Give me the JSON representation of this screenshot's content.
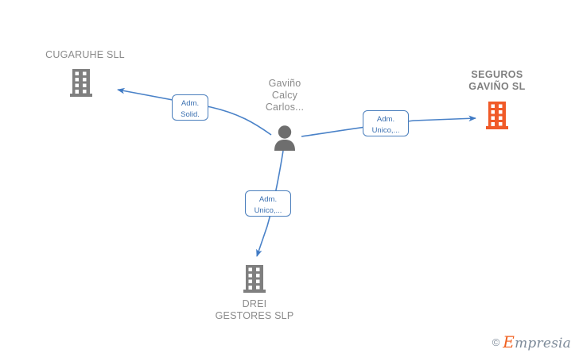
{
  "diagram": {
    "type": "relationship-graph",
    "background": "#ffffff",
    "colors": {
      "node_gray": "#7f7f7f",
      "node_orange": "#f05a28",
      "edge_blue": "#4a7ebc",
      "label_text": "#8b8b8b",
      "edge_label_text": "#3a6fb0"
    },
    "nodes": [
      {
        "id": "cugaruhe",
        "label": "CUGARUHE SLL",
        "icon": "building-icon",
        "icon_color": "#7f7f7f",
        "bold": false,
        "label_position": "above"
      },
      {
        "id": "person",
        "label": "Gaviño\nCalcy\nCarlos...",
        "icon": "person-icon",
        "icon_color": "#6e6e6e",
        "bold": false,
        "label_position": "above"
      },
      {
        "id": "seguros",
        "label": "SEGUROS\nGAVIÑO  SL",
        "icon": "building-icon",
        "icon_color": "#f05a28",
        "bold": true,
        "label_position": "above"
      },
      {
        "id": "drei",
        "label": "DREI\nGESTORES  SLP",
        "icon": "building-icon",
        "icon_color": "#7f7f7f",
        "bold": false,
        "label_position": "below"
      }
    ],
    "edges": [
      {
        "id": "edge-person-cugaruhe",
        "from": "person",
        "to": "cugaruhe",
        "label": "Adm.\nSolid."
      },
      {
        "id": "edge-person-seguros",
        "from": "person",
        "to": "seguros",
        "label": "Adm.\nUnico,..."
      },
      {
        "id": "edge-person-drei",
        "from": "person",
        "to": "drei",
        "label": "Adm.\nUnico,..."
      }
    ]
  },
  "watermark": {
    "copyright": "©",
    "brand_initial": "E",
    "brand_rest": "mpresia"
  }
}
